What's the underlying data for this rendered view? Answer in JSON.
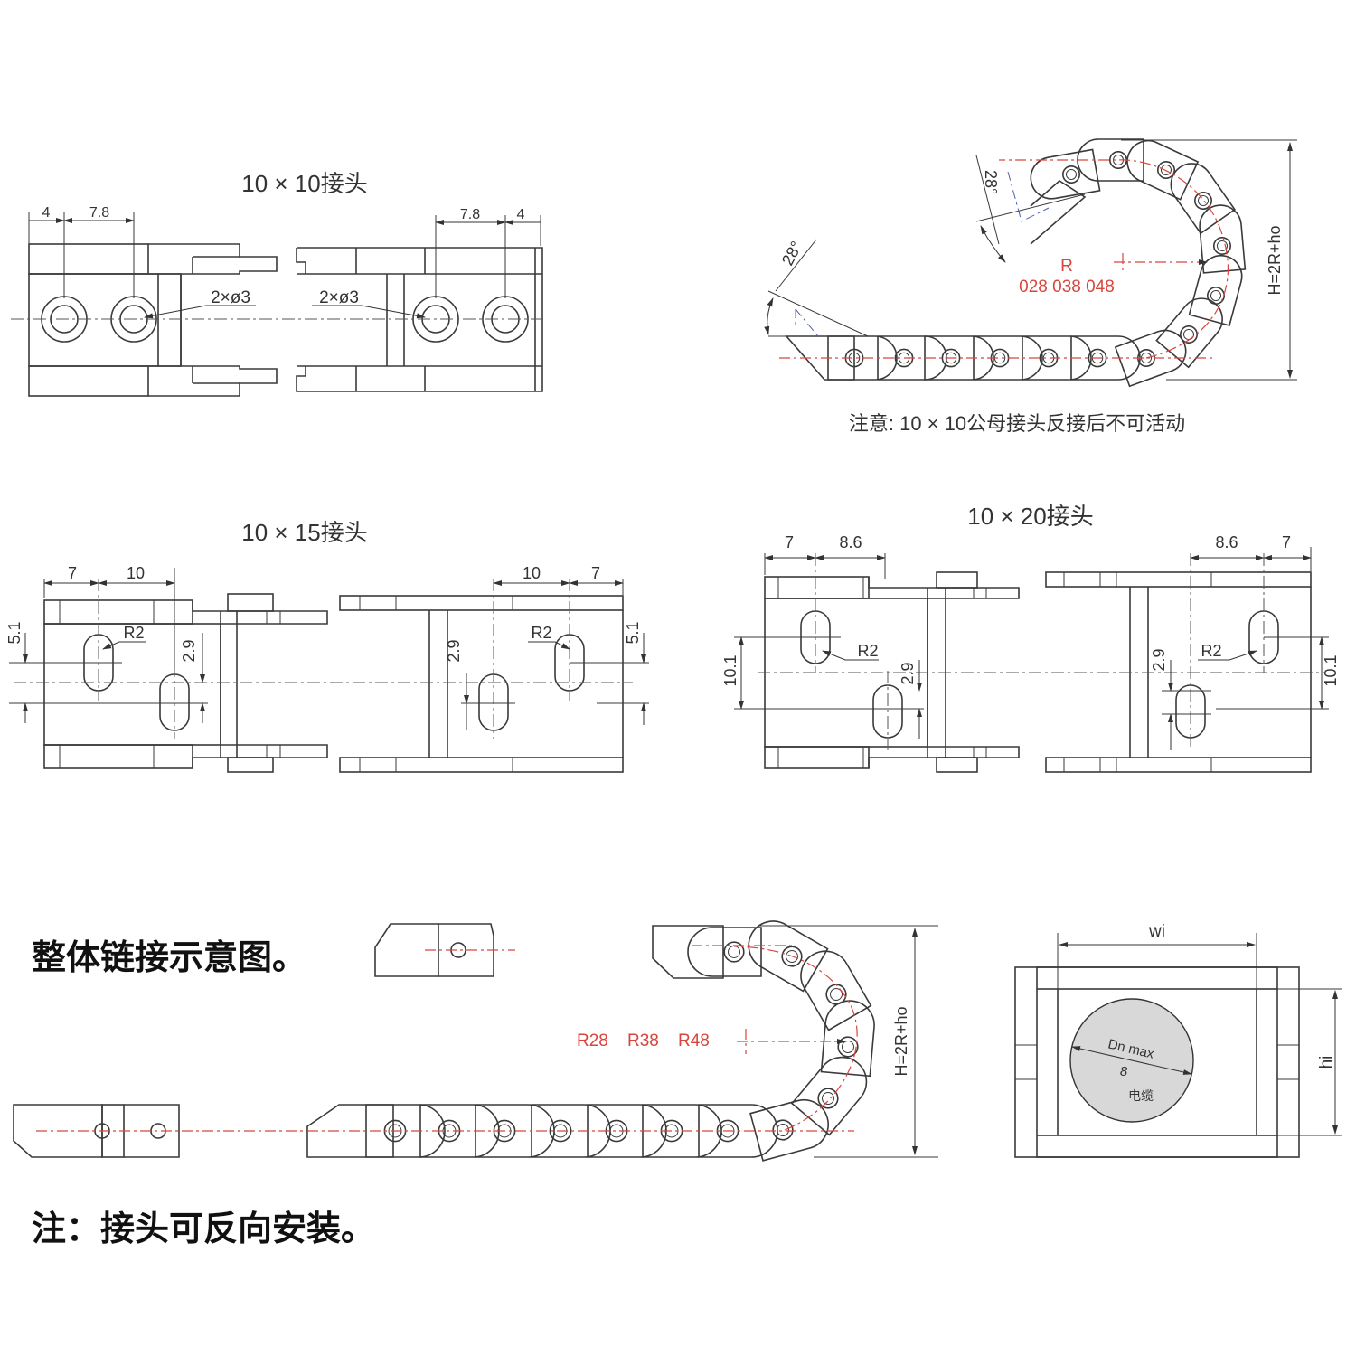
{
  "titles": {
    "j1010": "10 × 10接头",
    "j1015": "10 × 15接头",
    "j1020": "10 × 20接头"
  },
  "dims_1010": {
    "a": "4",
    "b": "7.8",
    "c": "7.8",
    "d": "4",
    "hole_left": "2×ø3",
    "hole_right": "2×ø3"
  },
  "dims_1015": {
    "a": "7",
    "b": "10",
    "c": "10",
    "d": "7",
    "r_left": "R2",
    "r_right": "R2",
    "h_left": "5.1",
    "h_right": "5.1",
    "s_left": "2.9",
    "s_right": "2.9"
  },
  "dims_1020": {
    "a": "7",
    "b": "8.6",
    "c": "8.6",
    "d": "7",
    "r_left": "R2",
    "r_right": "R2",
    "h_left": "10.1",
    "h_right": "10.1",
    "s_left": "2.9",
    "s_right": "2.9"
  },
  "chain_top": {
    "angle_top": "28°",
    "angle_left": "28°",
    "r_label": "R",
    "r_values": "028  038  048",
    "height_label": "H=2R+ho",
    "note": "注意:  10 × 10公母接头反接后不可活动"
  },
  "chain_bottom": {
    "heading": "整体链接示意图。",
    "radii": [
      "R28",
      "R38",
      "R48"
    ],
    "height_label": "H=2R+ho"
  },
  "section": {
    "width_label": "wi",
    "height_label": "hi",
    "dn_label": "Dn max",
    "dn_value": "8",
    "cable_label": "电缆"
  },
  "footer_note": "注：接头可反向安装。",
  "colors": {
    "line": "#3a3a3a",
    "red": "#d9453d",
    "blue": "#5060a8",
    "cable_fill": "#d8d8d8"
  }
}
